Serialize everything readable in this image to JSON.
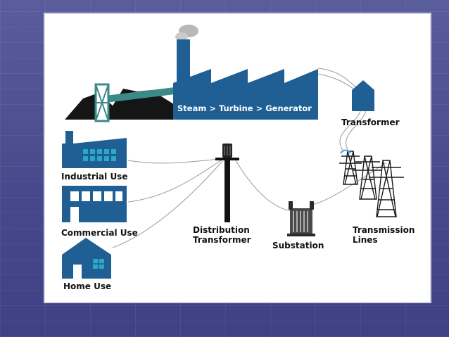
{
  "labels": {
    "factory": "Steam > Turbine > Generator",
    "transformer": "Transformer",
    "industrial": "Industrial Use",
    "commercial": "Commercial Use",
    "home": "Home Use",
    "distribution_line1": "Distribution",
    "distribution_line2": "Transformer",
    "substation": "Substation",
    "transmission_line1": "Transmission",
    "transmission_line2": "Lines"
  },
  "colors": {
    "building_blue": "#1f5f94",
    "window_teal": "#29a8c8",
    "coal": "#151515",
    "conveyor_teal": "#3b8a8a",
    "slide_background": "#4b4e8c"
  }
}
